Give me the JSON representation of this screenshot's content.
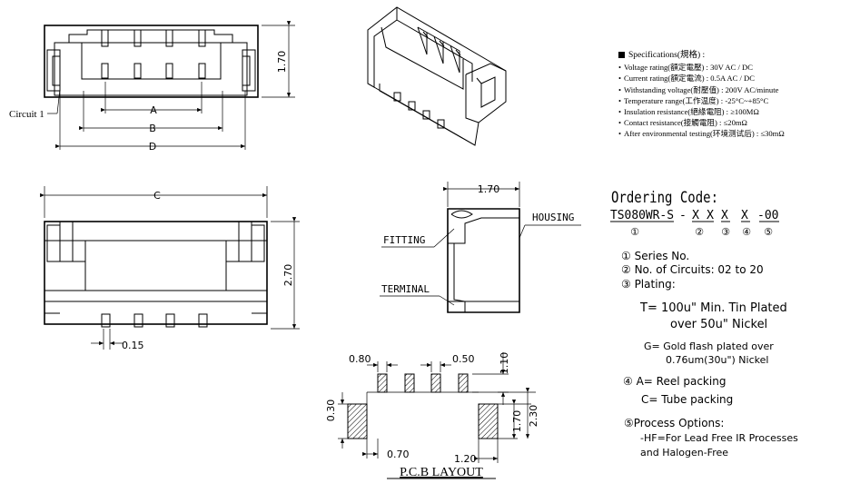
{
  "front_view": {
    "circuit_label": "Circuit 1",
    "dim_a": "A",
    "dim_b": "B",
    "dim_d": "D",
    "dim_height": "1.70"
  },
  "side_view": {
    "dim_c": "C",
    "dim_height": "2.70",
    "dim_pin": "0.15"
  },
  "profile_view": {
    "dim_width": "1.70",
    "housing_label": "HOUSING",
    "fitting_label": "FITTING",
    "terminal_label": "TERMINAL"
  },
  "pcb_layout": {
    "title": "P.C.B LAYOUT",
    "dim_pad_width": "0.80",
    "dim_pitch": "0.50",
    "dim_pad_height": "1.10",
    "dim_fit_height": "0.30",
    "dim_gap_1": "1.70",
    "dim_gap_2": "2.30",
    "dim_fit_width": "0.70",
    "dim_fit_offset": "1.20"
  },
  "specifications": {
    "heading": "Specifications(規格) :",
    "items": [
      "Voltage rating(額定電壓) : 30V AC / DC",
      "Current rating(額定電流) : 0.5A  AC / DC",
      "Withstanding voltage(耐壓值) : 200V AC/minute",
      "Temperature range(工作温度) : -25°C~+85°C",
      "Insulation resistance(絕緣電阻) : ≥100MΩ",
      "Contact resistance(接觸電阻) : ≤20mΩ",
      "After environmental testing(环境测试后) : ≤30mΩ"
    ]
  },
  "ordering": {
    "heading": "Ordering Code:",
    "code_part_1": "TS080WR-S",
    "code_dash": "-",
    "code_part_2": "X X",
    "code_part_3": "X",
    "code_part_4": "X",
    "code_part_5": "-00",
    "circle_1": "①",
    "circle_2": "②",
    "circle_3": "③",
    "circle_4": "④",
    "circle_5": "⑤",
    "line_series": "① Series No.",
    "line_circuits": "② No. of Circuits: 02 to 20",
    "line_plating": "③ Plating:",
    "plating_t_1": "T= 100u\" Min. Tin Plated",
    "plating_t_2": "over 50u\" Nickel",
    "plating_g_1": "G= Gold flash plated over",
    "plating_g_2": "0.76um(30u\") Nickel",
    "packing_a": "④ A= Reel packing",
    "packing_c": "C= Tube packing",
    "process_title": "⑤Process Options:",
    "process_1": "-HF=For Lead Free IR Processes",
    "process_2": "and Halogen-Free"
  }
}
